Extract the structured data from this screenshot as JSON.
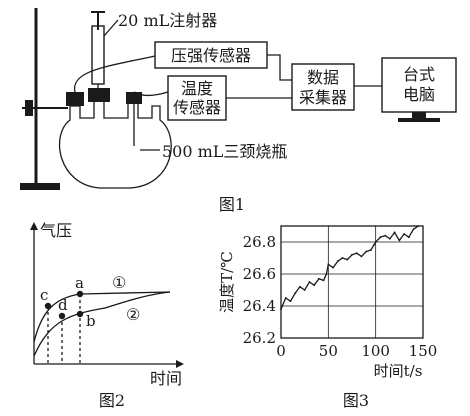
{
  "figure1": {
    "syringe_label": "20 mL注射器",
    "pressure_sensor": "压强传感器",
    "temp_sensor_line1": "温度",
    "temp_sensor_line2": "传感器",
    "collector_line1": "数据",
    "collector_line2": "采集器",
    "computer_line1": "台式",
    "computer_line2": "电脑",
    "flask_label": "500 mL三颈烧瓶",
    "caption": "图1"
  },
  "figure2": {
    "y_label": "气压",
    "x_label": "时间",
    "point_labels": [
      "a",
      "b",
      "c",
      "d"
    ],
    "curve_labels": [
      "①",
      "②"
    ],
    "caption": "图2"
  },
  "figure3": {
    "y_label": "温度T/℃",
    "x_label": "时间t/s",
    "caption": "图3"
  },
  "chart_data": {
    "type": "line",
    "xlabel": "时间t/s",
    "ylabel": "温度T/℃",
    "xlim": [
      0,
      150
    ],
    "ylim": [
      26.2,
      26.9
    ],
    "xticks": [
      0,
      50,
      100,
      150
    ],
    "yticks": [
      26.2,
      26.4,
      26.6,
      26.8
    ],
    "grid": true,
    "x": [
      0,
      5,
      10,
      15,
      20,
      25,
      30,
      35,
      40,
      45,
      48,
      50,
      55,
      60,
      65,
      70,
      75,
      80,
      85,
      90,
      95,
      98,
      100,
      105,
      110,
      115,
      120,
      125,
      130,
      135,
      140,
      145
    ],
    "values": [
      26.38,
      26.45,
      26.43,
      26.48,
      26.52,
      26.5,
      26.55,
      26.53,
      26.57,
      26.56,
      26.6,
      26.66,
      26.64,
      26.68,
      26.7,
      26.69,
      26.72,
      26.73,
      26.71,
      26.74,
      26.75,
      26.78,
      26.8,
      26.83,
      26.84,
      26.82,
      26.86,
      26.81,
      26.85,
      26.83,
      26.88,
      26.9
    ]
  }
}
